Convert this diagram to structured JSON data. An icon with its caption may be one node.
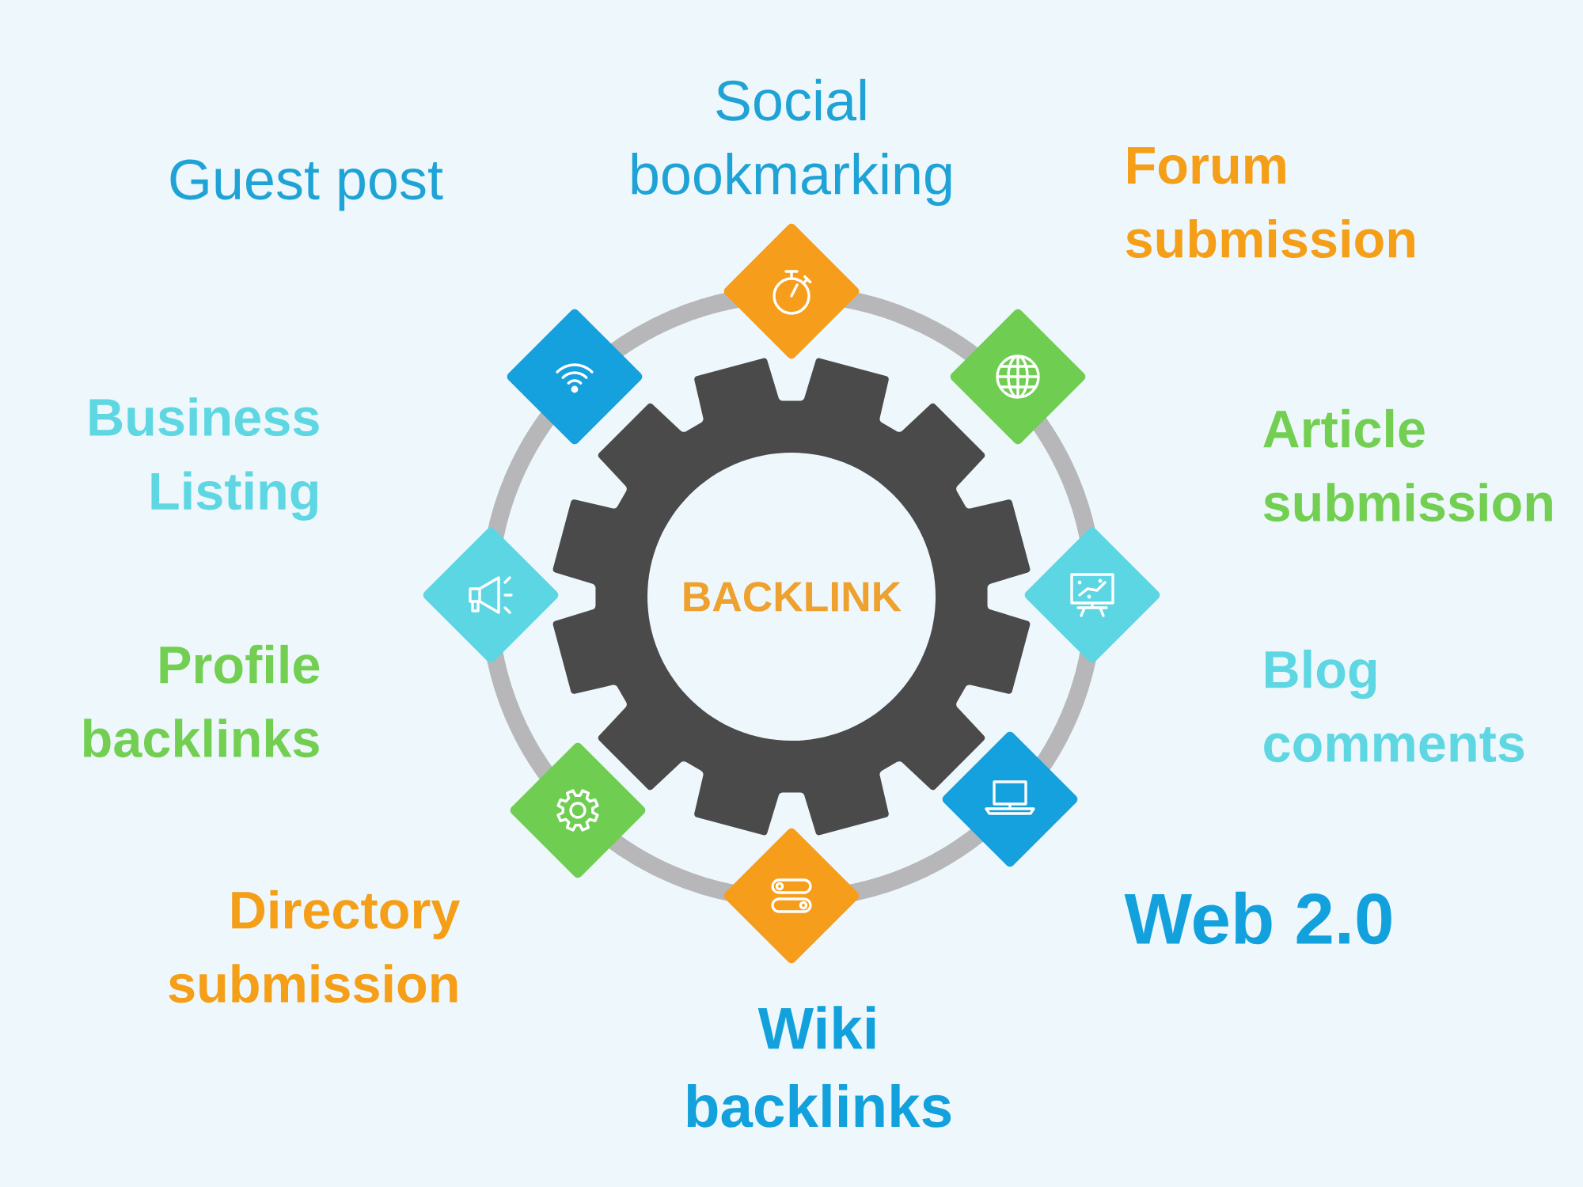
{
  "diagram": {
    "nodes": [
      {
        "text": [
          "BACKLINK"
        ]
      },
      {
        "text": [],
        "shape": "diamond"
      },
      {
        "text": [],
        "shape": "diamond"
      },
      {
        "text": [],
        "shape": "diamond"
      },
      {
        "text": [],
        "shape": "diamond"
      },
      {
        "text": [],
        "shape": "diamond"
      },
      {
        "text": [],
        "shape": "diamond"
      },
      {
        "text": [],
        "shape": "diamond"
      },
      {
        "text": [],
        "shape": "diamond"
      }
    ],
    "labels": [
      "Social bookmarking",
      "Guest post",
      "Forum submission",
      "Business Listing",
      "Article submission",
      "Profile backlinks",
      "Blog comments",
      "Directory submission",
      "Web 2.0",
      "Wiki backlinks"
    ]
  }
}
